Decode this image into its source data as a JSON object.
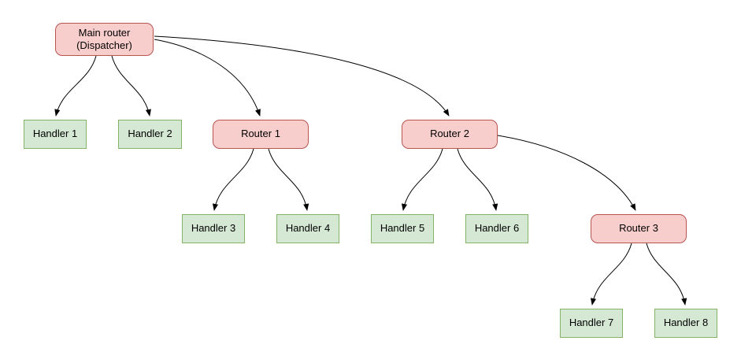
{
  "diagram": {
    "colors": {
      "router_fill": "#f8cecc",
      "router_stroke": "#b85450",
      "handler_fill": "#d5e8d4",
      "handler_stroke": "#82b366",
      "edge": "#000000",
      "background": "#ffffff"
    },
    "nodes": [
      {
        "id": "main",
        "type": "router",
        "label": "Main router\n(Dispatcher)"
      },
      {
        "id": "handler1",
        "type": "handler",
        "label": "Handler 1"
      },
      {
        "id": "handler2",
        "type": "handler",
        "label": "Handler 2"
      },
      {
        "id": "router1",
        "type": "router",
        "label": "Router 1"
      },
      {
        "id": "router2",
        "type": "router",
        "label": "Router 2"
      },
      {
        "id": "handler3",
        "type": "handler",
        "label": "Handler 3"
      },
      {
        "id": "handler4",
        "type": "handler",
        "label": "Handler 4"
      },
      {
        "id": "handler5",
        "type": "handler",
        "label": "Handler 5"
      },
      {
        "id": "handler6",
        "type": "handler",
        "label": "Handler 6"
      },
      {
        "id": "router3",
        "type": "router",
        "label": "Router 3"
      },
      {
        "id": "handler7",
        "type": "handler",
        "label": "Handler 7"
      },
      {
        "id": "handler8",
        "type": "handler",
        "label": "Handler 8"
      }
    ],
    "edges": [
      {
        "from": "Main router (Dispatcher)",
        "to": "Handler 1"
      },
      {
        "from": "Main router (Dispatcher)",
        "to": "Handler 2"
      },
      {
        "from": "Main router (Dispatcher)",
        "to": "Router 1"
      },
      {
        "from": "Main router (Dispatcher)",
        "to": "Router 2"
      },
      {
        "from": "Router 1",
        "to": "Handler 3"
      },
      {
        "from": "Router 1",
        "to": "Handler 4"
      },
      {
        "from": "Router 2",
        "to": "Handler 5"
      },
      {
        "from": "Router 2",
        "to": "Handler 6"
      },
      {
        "from": "Router 2",
        "to": "Router 3"
      },
      {
        "from": "Router 3",
        "to": "Handler 7"
      },
      {
        "from": "Router 3",
        "to": "Handler 8"
      }
    ]
  }
}
